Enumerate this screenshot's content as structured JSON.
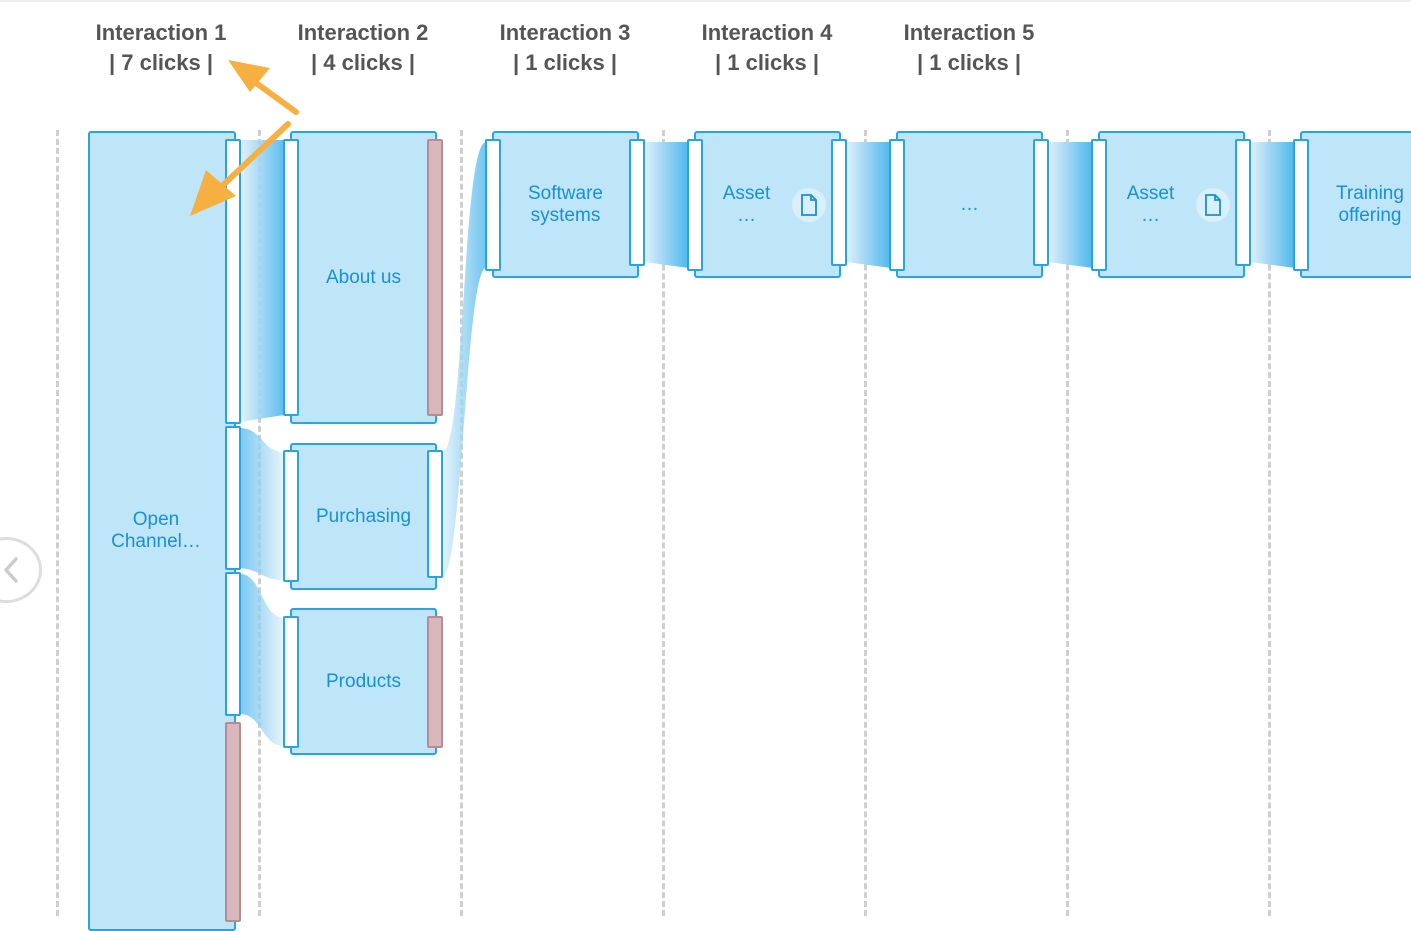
{
  "columns": [
    {
      "title": "Interaction 1",
      "clicks": "| 7 clicks |"
    },
    {
      "title": "Interaction 2",
      "clicks": "| 4 clicks |"
    },
    {
      "title": "Interaction 3",
      "clicks": "| 1 clicks |"
    },
    {
      "title": "Interaction 4",
      "clicks": "| 1 clicks |"
    },
    {
      "title": "Interaction 5",
      "clicks": "| 1 clicks |"
    }
  ],
  "nodes": {
    "open_channel": [
      "Open",
      "Channel…"
    ],
    "about_us": [
      "About us"
    ],
    "purchasing": [
      "Purchasing"
    ],
    "products": [
      "Products"
    ],
    "software_systems": [
      "Software",
      "systems"
    ],
    "asset_1": [
      "Asset",
      "…"
    ],
    "ellipsis": [
      "…"
    ],
    "asset_2": [
      "Asset",
      "…"
    ],
    "training_offering": [
      "Training",
      "offering"
    ]
  },
  "icons": {
    "document": "document-icon",
    "scroll_left": "chevron-left-icon",
    "annotation": "arrow-icon"
  },
  "colors": {
    "node_fill": "#bfe6f8",
    "node_border": "#2aa3e0",
    "node_text": "#1a8fd4",
    "exit_marker": "#d9b8bd",
    "header_text": "#555555",
    "annotation_arrow": "#f5b041"
  }
}
